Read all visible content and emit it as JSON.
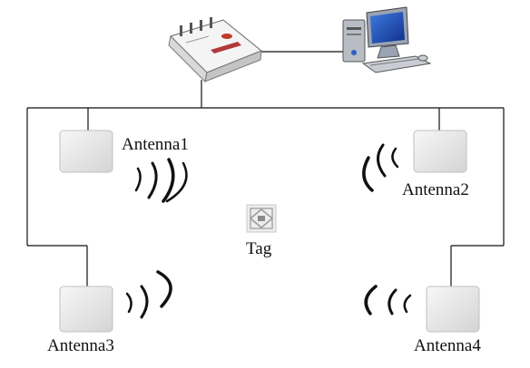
{
  "nodes": {
    "reader": {
      "icon": "rfid-reader-icon"
    },
    "computer": {
      "icon": "desktop-computer-icon"
    },
    "antenna1": {
      "label": "Antenna1",
      "icon": "antenna-panel-icon"
    },
    "antenna2": {
      "label": "Antenna2",
      "icon": "antenna-panel-icon"
    },
    "antenna3": {
      "label": "Antenna3",
      "icon": "antenna-panel-icon"
    },
    "antenna4": {
      "label": "Antenna4",
      "icon": "antenna-panel-icon"
    },
    "tag": {
      "label": "Tag",
      "icon": "rfid-tag-icon"
    }
  },
  "colors": {
    "line": "#111111",
    "antenna": "#ececec",
    "monitor": "#1f4fb5",
    "wave": "#111111"
  }
}
